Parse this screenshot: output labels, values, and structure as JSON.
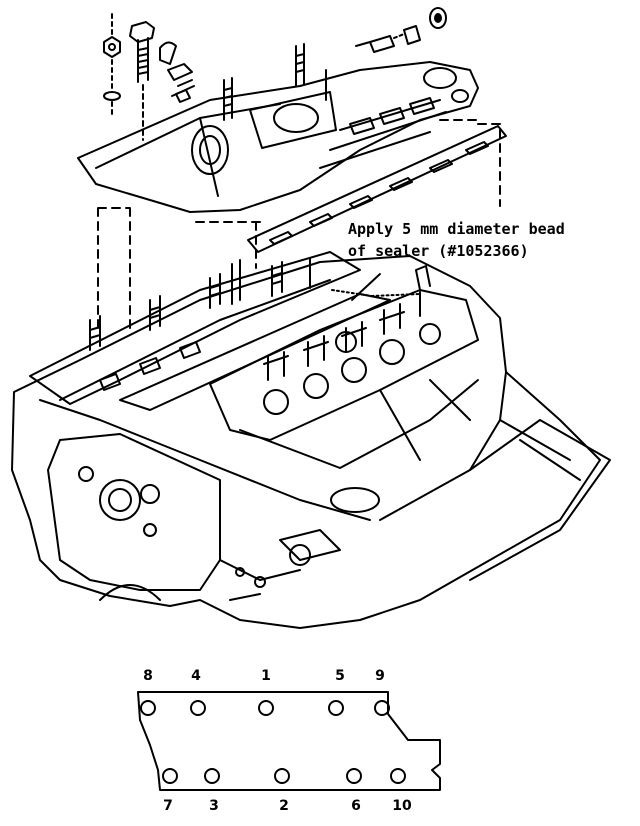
{
  "callout": {
    "line1": "Apply 5 mm diameter bead",
    "line2": "of sealer (#1052366)"
  },
  "torque_sequence": {
    "top_row": [
      "8",
      "4",
      "1",
      "5",
      "9"
    ],
    "bottom_row": [
      "7",
      "3",
      "2",
      "6",
      "10"
    ]
  },
  "colors": {
    "ink": "#000000",
    "paper": "#ffffff"
  }
}
